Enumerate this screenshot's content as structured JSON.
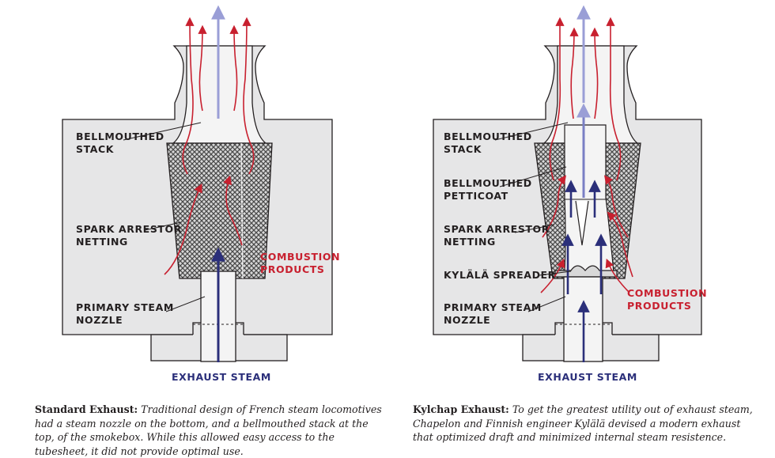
{
  "left_diagram": {
    "labels": {
      "stack": [
        "BELLMOUTHED",
        "STACK"
      ],
      "netting": [
        "SPARK ARRESTOR",
        "NETTING"
      ],
      "nozzle": [
        "PRIMARY STEAM",
        "NOZZLE"
      ],
      "combustion": [
        "COMBUSTION",
        "PRODUCTS"
      ],
      "exhaust": "EXHAUST STEAM"
    }
  },
  "right_diagram": {
    "labels": {
      "stack": [
        "BELLMOUTHED",
        "STACK"
      ],
      "petticoat": [
        "BELLMOUTHED",
        "PETTICOAT"
      ],
      "netting": [
        "SPARK ARRESTOR",
        "NETTING"
      ],
      "spreader": "KYLÄLÄ SPREADER",
      "nozzle": [
        "PRIMARY STEAM",
        "NOZZLE"
      ],
      "combustion": [
        "COMBUSTION",
        "PRODUCTS"
      ],
      "exhaust": "EXHAUST STEAM"
    }
  },
  "captions": {
    "left": {
      "title": "Standard Exhaust:",
      "body": "Traditional design of French steam locomotives had a steam nozzle on the bottom, and a bellmouthed stack at the top, of the smokebox. While this allowed easy access to the tubesheet, it did not provide optimal use."
    },
    "right": {
      "title": "Kylchap Exhaust:",
      "body": "To get the greatest utility out of exhaust steam, Chapelon and Finnish engineer Kylälä devised a modern exhaust that optimized draft and minimized internal steam resistence."
    }
  },
  "colors": {
    "smokebox": "#e6e6e7",
    "outline": "#231f20",
    "combustion": "#c8202f",
    "steam": "#2b2f7a",
    "steam_light": "#9a9ed6",
    "netting": "#6d6e71"
  }
}
